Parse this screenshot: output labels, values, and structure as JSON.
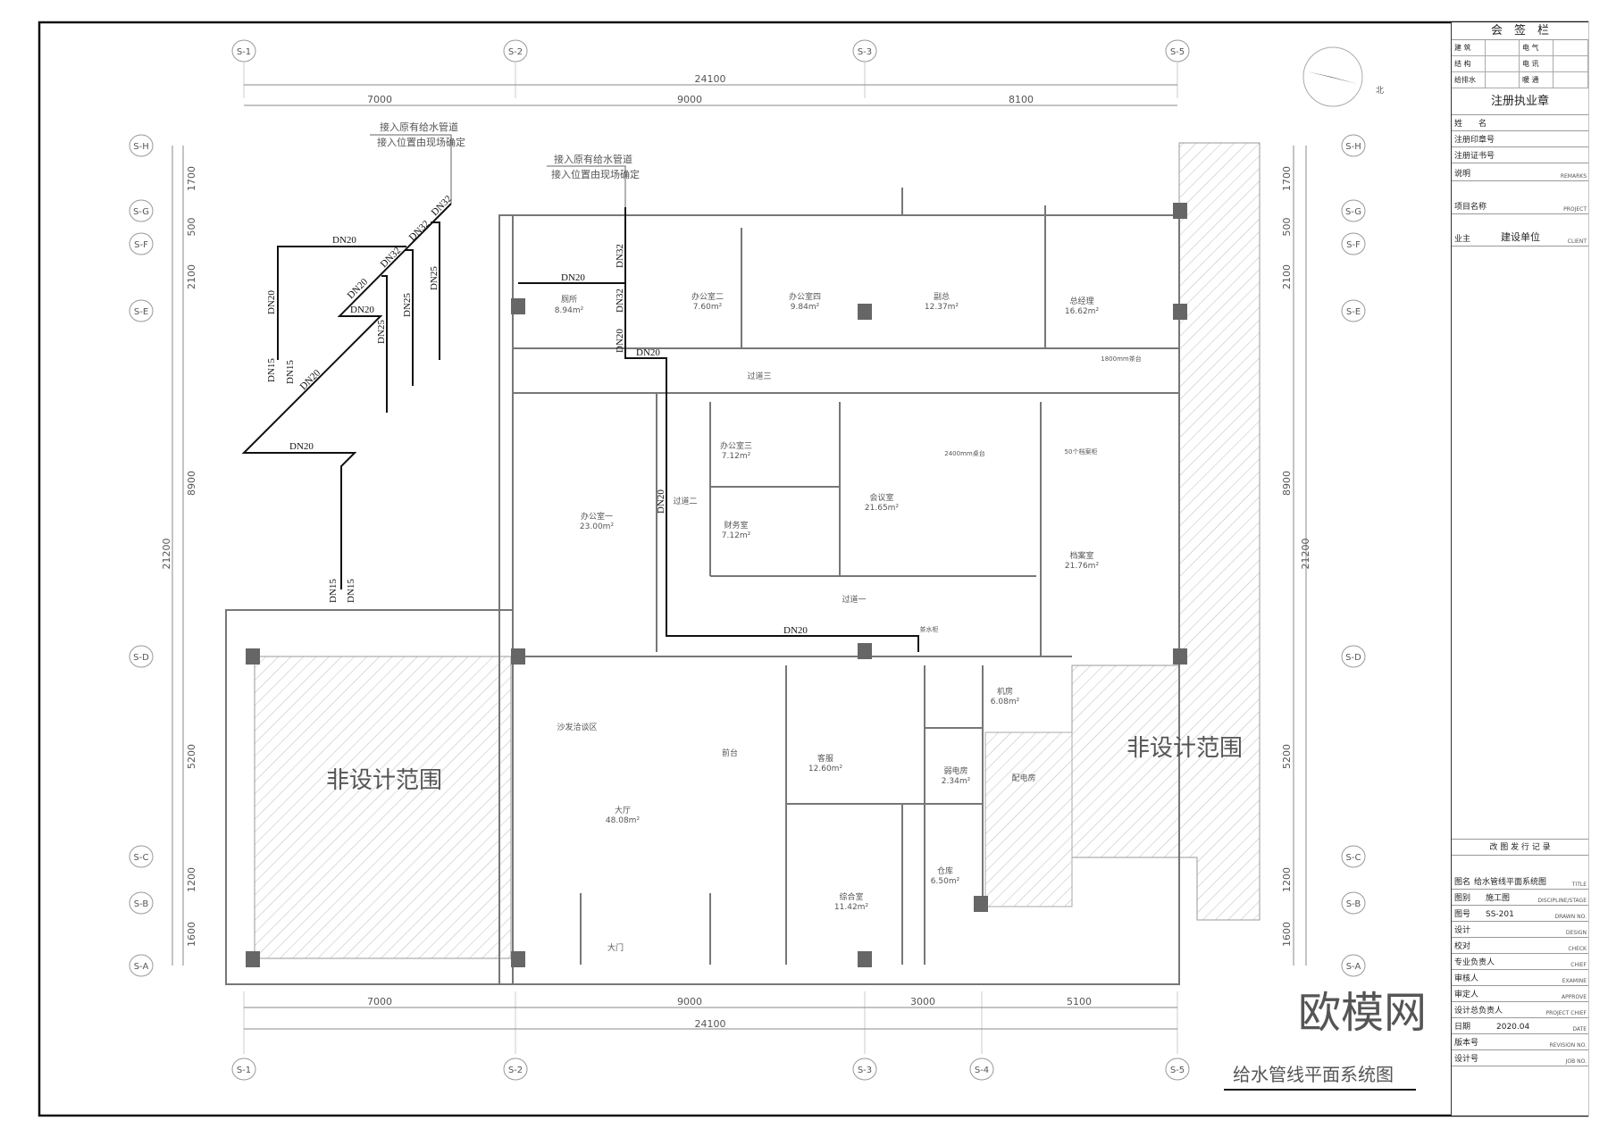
{
  "drawing_title": "给水管线平面系统图",
  "watermark": "欧模网",
  "north_label": "北",
  "axes": {
    "columns_top": [
      "S-1",
      "S-2",
      "S-3",
      "S-5"
    ],
    "columns_bottom": [
      "S-1",
      "S-2",
      "S-3",
      "S-4",
      "S-5"
    ],
    "rows": [
      "S-H",
      "S-G",
      "S-F",
      "S-E",
      "S-D",
      "S-C",
      "S-B",
      "S-A"
    ]
  },
  "dimensions": {
    "top_total": "24100",
    "top": [
      "7000",
      "9000",
      "8100"
    ],
    "bottom": [
      "7000",
      "9000",
      "3000",
      "5100"
    ],
    "bottom_total": "24100",
    "side": [
      "1700",
      "500",
      "2100",
      "8900",
      "5200",
      "1200",
      "1600"
    ],
    "side_total": "21200"
  },
  "notes": {
    "connect_1": "接入原有给水管道",
    "connect_2": "接入位置由现场确定"
  },
  "pipes": {
    "dn32": "DN32",
    "dn25": "DN25",
    "dn20": "DN20",
    "dn15": "DN15"
  },
  "rooms": [
    {
      "name": "厕所",
      "area": "8.94m²"
    },
    {
      "name": "办公室二",
      "area": "7.60m²"
    },
    {
      "name": "办公室四",
      "area": "9.84m²"
    },
    {
      "name": "副总",
      "area": "12.37m²"
    },
    {
      "name": "总经理",
      "area": "16.62m²"
    },
    {
      "name": "过道三",
      "area": ""
    },
    {
      "name": "办公室一",
      "area": "23.00m²"
    },
    {
      "name": "办公室三",
      "area": "7.12m²"
    },
    {
      "name": "财务室",
      "area": "7.12m²"
    },
    {
      "name": "会议室",
      "area": "21.65m²"
    },
    {
      "name": "档案室",
      "area": "21.76m²"
    },
    {
      "name": "过道一",
      "area": ""
    },
    {
      "name": "过道二",
      "area": ""
    },
    {
      "name": "大厅",
      "area": "48.08m²"
    },
    {
      "name": "客服",
      "area": "12.60m²"
    },
    {
      "name": "机房",
      "area": "6.08m²"
    },
    {
      "name": "弱电房",
      "area": "2.34m²"
    },
    {
      "name": "配电房",
      "area": ""
    },
    {
      "name": "仓库",
      "area": "6.50m²"
    },
    {
      "name": "综合室",
      "area": "11.42m²"
    },
    {
      "name": "大门",
      "area": ""
    },
    {
      "name": "沙发洽谈区",
      "area": ""
    },
    {
      "name": "前台",
      "area": ""
    }
  ],
  "non_design": "非设计范围",
  "furniture_notes": {
    "shelf": "50个档案柜",
    "desk_2400": "2400mm桌台",
    "desk_1800": "1800mm茶台",
    "tea": "茶水柜"
  },
  "title_block": {
    "countersign": "会　签　栏",
    "sign_rows": [
      [
        "建 筑",
        "电 气"
      ],
      [
        "结 构",
        "电 讯"
      ],
      [
        "给排水",
        "暖 通"
      ]
    ],
    "stamp": "注册执业章",
    "name": "姓　　名",
    "seal_no": "注册印章号",
    "cert_no": "注册证书号",
    "remarks": "说明",
    "remarks_en": "REMARKS",
    "project": "项目名称",
    "project_en": "PROJECT",
    "client": "业主",
    "client_value": "建设单位",
    "client_en": "CLIENT",
    "revision_record": "改 图 发 行 记 录",
    "fields": [
      {
        "label": "图名",
        "value": "给水管线平面系统图",
        "en": "TITLE"
      },
      {
        "label": "图别",
        "value": "施工图",
        "en": "DISCIPLINE/STAGE"
      },
      {
        "label": "图号",
        "value": "SS-201",
        "en": "DRAWN NO."
      },
      {
        "label": "设计",
        "value": "",
        "en": "DESIGN"
      },
      {
        "label": "校对",
        "value": "",
        "en": "CHECK"
      },
      {
        "label": "专业负责人",
        "value": "",
        "en": "CHIEF"
      },
      {
        "label": "审核人",
        "value": "",
        "en": "EXAMINE"
      },
      {
        "label": "审定人",
        "value": "",
        "en": "APPROVE"
      },
      {
        "label": "设计总负责人",
        "value": "",
        "en": "PROJECT CHIEF"
      },
      {
        "label": "日期",
        "value": "2020.04",
        "en": "DATE"
      },
      {
        "label": "版本号",
        "value": "",
        "en": "REVISION NO."
      },
      {
        "label": "设计号",
        "value": "",
        "en": "JOB NO."
      }
    ]
  }
}
